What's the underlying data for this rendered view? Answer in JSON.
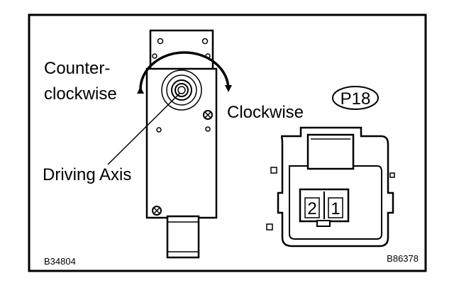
{
  "labels": {
    "rotation_ccw_line1": "Counter-",
    "rotation_ccw_line2": "clockwise",
    "rotation_cw": "Clockwise",
    "driving_axis": "Driving Axis",
    "connector_id": "P18",
    "pin_2": "2",
    "pin_1": "1"
  },
  "codes": {
    "left": "B34804",
    "right": "B86378"
  }
}
